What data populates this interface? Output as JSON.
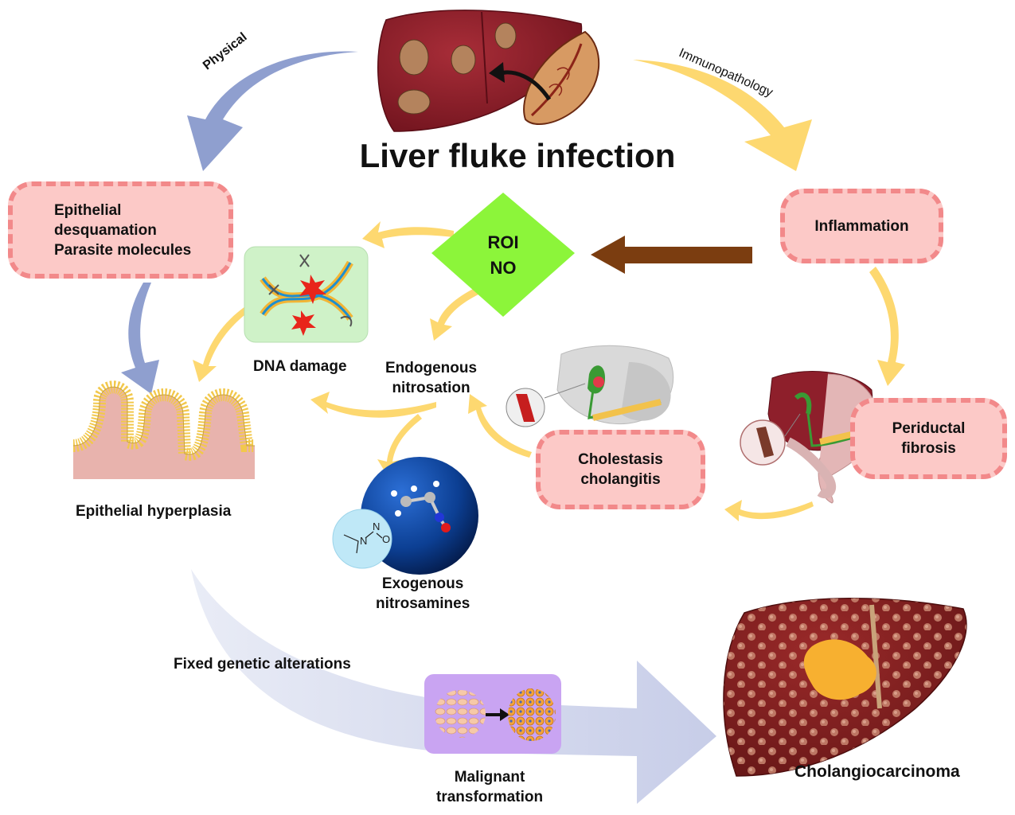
{
  "title": "Liver fluke infection",
  "arrows": {
    "physical": "Physical",
    "immunopathology": "Immunopathology",
    "fixed_genetic": "Fixed genetic alterations"
  },
  "roi_no": [
    "ROI",
    "NO"
  ],
  "boxes": {
    "epithelial": [
      "Epithelial",
      "desquamation",
      "Parasite molecules"
    ],
    "inflammation": "Inflammation",
    "cholestasis": [
      "Cholestasis",
      "cholangitis"
    ],
    "periductal": [
      "Periductal",
      "fibrosis"
    ]
  },
  "labels": {
    "dna_damage": "DNA damage",
    "endogenous": [
      "Endogenous",
      "nitrosation"
    ],
    "hyperplasia": "Epithelial hyperplasia",
    "exogenous": [
      "Exogenous",
      "nitrosamines"
    ],
    "malignant": [
      "Malignant",
      "transformation"
    ],
    "cholangiocarcinoma": "Cholangiocarcinoma"
  },
  "molecule_atoms": [
    "N",
    "N",
    "O"
  ],
  "colors": {
    "pink_box": "#fcc9c7",
    "pink_border": "#f2898a",
    "yellow_arrow": "#fdd870",
    "blue_arrow": "#8f9fcf",
    "brown_arrow": "#7b3d10",
    "green_diamond": "#8cf53a",
    "liver": "#8e1f2b"
  }
}
